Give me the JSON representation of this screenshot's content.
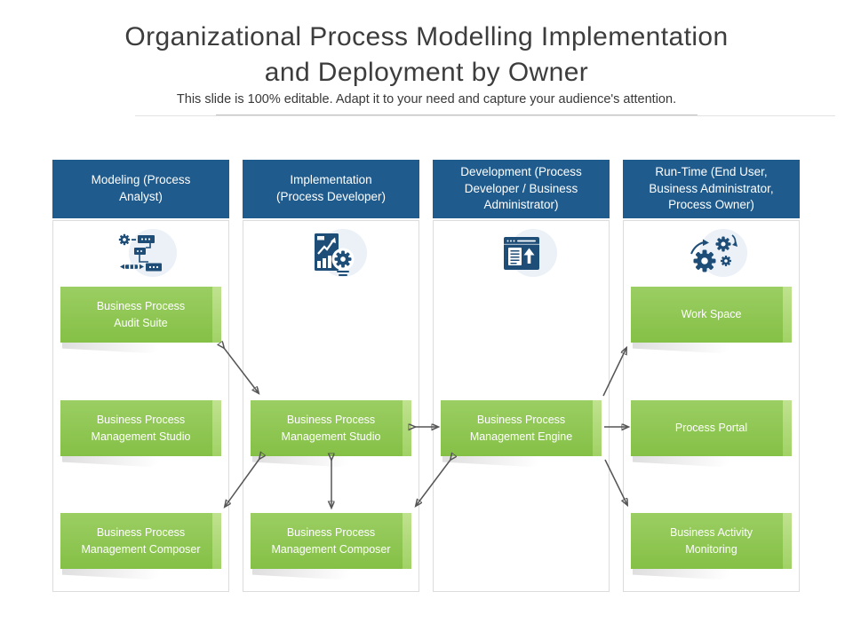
{
  "slide": {
    "title": "Organizational Process Modelling Implementation\nand Deployment by Owner",
    "subtitle": "This slide is 100% editable. Adapt it to your need and capture your audience's attention."
  },
  "colors": {
    "header_blue": "#1F5B8C",
    "box_green_light": "#9BCE63",
    "box_green_dark": "#85C046",
    "icon_blue": "#1E4E78",
    "arrow_gray": "#555555"
  },
  "columns": [
    {
      "header": "Modeling (Process\nAnalyst)",
      "icon": "process-flowchart-gear-icon",
      "boxes": [
        {
          "row": 1,
          "label": "Business Process\nAudit Suite"
        },
        {
          "row": 2,
          "label": "Business Process\nManagement Studio"
        },
        {
          "row": 3,
          "label": "Business Process\nManagement Composer"
        }
      ]
    },
    {
      "header": "Implementation\n(Process Developer)",
      "icon": "report-chart-gear-icon",
      "boxes": [
        {
          "row": 2,
          "label": "Business Process\nManagement Studio"
        },
        {
          "row": 3,
          "label": "Business Process\nManagement Composer"
        }
      ]
    },
    {
      "header": "Development (Process\nDeveloper / Business\nAdministrator)",
      "icon": "browser-document-upload-icon",
      "boxes": [
        {
          "row": 2,
          "label": "Business Process\nManagement Engine"
        }
      ]
    },
    {
      "header": "Run-Time (End User,\nBusiness Administrator,\nProcess Owner)",
      "icon": "gears-automation-icon",
      "boxes": [
        {
          "row": 1,
          "label": "Work Space"
        },
        {
          "row": 2,
          "label": "Process Portal"
        },
        {
          "row": 3,
          "label": "Business Activity\nMonitoring"
        }
      ]
    }
  ],
  "connections": [
    {
      "from": "business-process-audit-suite",
      "to": "implementation-management-studio",
      "type": "bidirectional"
    },
    {
      "from": "implementation-management-studio",
      "to": "business-process-management-engine",
      "type": "bidirectional"
    },
    {
      "from": "implementation-management-studio",
      "to": "modeling-management-composer",
      "type": "bidirectional"
    },
    {
      "from": "implementation-management-studio",
      "to": "implementation-management-composer",
      "type": "bidirectional"
    },
    {
      "from": "implementation-management-composer",
      "to": "business-process-management-engine",
      "type": "bidirectional"
    },
    {
      "from": "business-process-management-engine",
      "to": "work-space",
      "type": "directed"
    },
    {
      "from": "business-process-management-engine",
      "to": "process-portal",
      "type": "directed"
    },
    {
      "from": "business-process-management-engine",
      "to": "business-activity-monitoring",
      "type": "directed"
    }
  ]
}
